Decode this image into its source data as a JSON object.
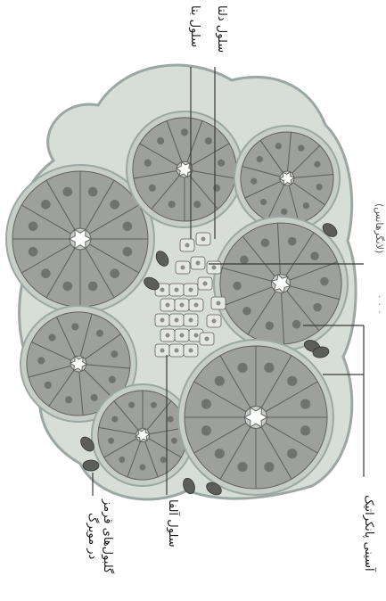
{
  "figure": {
    "labels": {
      "delta_cell": "سلول دلتا",
      "beta_cell": "سلول بتا",
      "alpha_cell": "سلول آلفا",
      "pancreatic_acinus": "آسینی پانکراتیک",
      "red_blood_cells_line1": "گلبول‌های قرمز",
      "red_blood_cells_line2": "در مویرگ",
      "edge_text_a": "(لانگرهانس)",
      "edge_text_b": "۰ ۰ ۰"
    },
    "colors": {
      "background": "#ffffff",
      "tissue_outline": "#9aa7a3",
      "tissue_fill": "#d7ddd7",
      "acinus_ring": "#c7cec8",
      "acinus_cell": "#9da09d",
      "cell_stroke": "#5f625f",
      "nucleus": "#6f726f",
      "islet_cell": "#e4e7e4",
      "islet_nucleus": "#8a8d8a",
      "red_blood_cell": "#5b5e5b",
      "leader_line": "#3a3a3a"
    }
  }
}
